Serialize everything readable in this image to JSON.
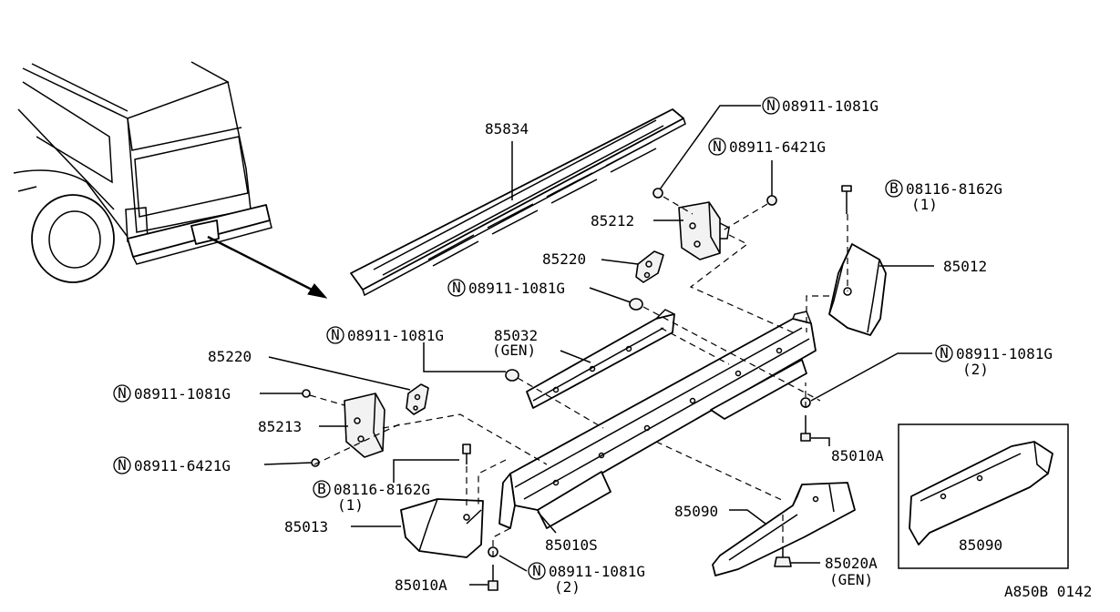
{
  "diagram": {
    "labels": {
      "p85834": "85834",
      "n1081_top": "08911-1081G",
      "n6421_top": "08911-6421G",
      "p85212": "85212",
      "b8162_right": "08116-8162G",
      "b8162_right_qty": "(1)",
      "p85220_top": "85220",
      "p85012": "85012",
      "n1081_mid": "08911-1081G",
      "n1081_left": "08911-1081G",
      "p85032": "85032",
      "p85032_note": "(GEN)",
      "n1081_right": "08911-1081G",
      "n1081_right_qty": "(2)",
      "p85220_left": "85220",
      "n1081_far_left": "08911-1081G",
      "p85213": "85213",
      "n6421_left": "08911-6421G",
      "p85010A_right": "85010A",
      "b8162_left": "08116-8162G",
      "b8162_left_qty": "(1)",
      "p85090_main": "85090",
      "p85013": "85013",
      "p85010S": "85010S",
      "p85020A": "85020A",
      "p85020A_note": "(GEN)",
      "n1081_bottom": "08911-1081G",
      "n1081_bottom_qty": "(2)",
      "p85010A_bottom": "85010A",
      "p85090_inset": "85090",
      "figure_code": "A850B 0142"
    },
    "markers": {
      "nut": "N",
      "bolt": "B"
    }
  }
}
